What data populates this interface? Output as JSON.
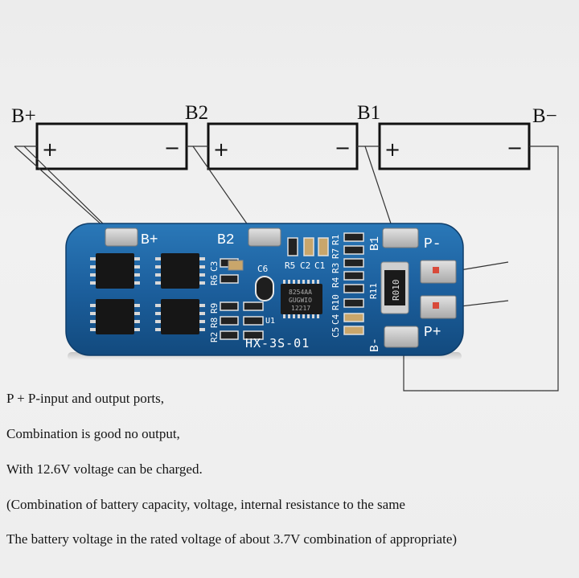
{
  "terminals": [
    "B+",
    "B2",
    "B1",
    "B−"
  ],
  "cells": [
    {
      "plus": "+",
      "minus": "−"
    },
    {
      "plus": "+",
      "minus": "−"
    },
    {
      "plus": "+",
      "minus": "−"
    }
  ],
  "board": {
    "model": "HX-3S-01",
    "pad_labels": {
      "b_plus": "B+",
      "b2": "B2",
      "b1": "B1",
      "b_minus": "B-",
      "p_minus": "P-",
      "p_plus": "P+"
    },
    "component_labels": {
      "c6": "C6",
      "u1": "U1",
      "r5": "R5",
      "c2": "C2",
      "c1": "C1",
      "r7": "R7",
      "r1": "R1",
      "r3": "R3",
      "r4": "R4",
      "r10": "R10",
      "r11": "R11",
      "r6": "R6",
      "c3": "C3",
      "r9": "R9",
      "r8": "R8",
      "r2": "R2",
      "c5": "C5",
      "c4": "C4"
    },
    "ic_marking": [
      "8254AA",
      "GUGWIO",
      "12217"
    ],
    "shunt_marking": "R010",
    "colors": {
      "pcb": "#1b5d9a",
      "pad": "#c4c4c4",
      "chip": "#161616"
    }
  },
  "notes": [
    "P + P-input and output ports,",
    "Combination is good no output,",
    "With 12.6V voltage can be charged.",
    "(Combination of battery capacity, voltage, internal resistance to the same",
    "The battery voltage in the rated voltage of about 3.7V combination of appropriate)"
  ]
}
